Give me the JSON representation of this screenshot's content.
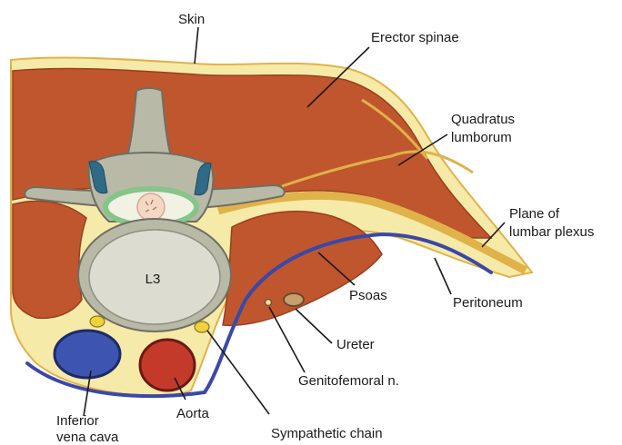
{
  "labels": {
    "skin": "Skin",
    "erector_spinae": "Erector spinae",
    "quadratus_line1": "Quadratus",
    "quadratus_line2": "lumborum",
    "plane_line1": "Plane of",
    "plane_line2": "lumbar plexus",
    "peritoneum": "Peritoneum",
    "psoas": "Psoas",
    "ureter": "Ureter",
    "genitofemoral": "Genitofemoral n.",
    "sympathetic_chain": "Sympathetic chain",
    "aorta": "Aorta",
    "ivc_line1": "Inferior",
    "ivc_line2": "vena cava",
    "vertebra": "L3"
  },
  "colors": {
    "muscle": "#c0562e",
    "muscle_dark": "#9a3f1f",
    "skin_fat": "#f6eaa8",
    "fascia": "#e0b24a",
    "bone": "#b9b9a8",
    "vertebral_body": "#dcdcd0",
    "peritoneum_line": "#3a48a8",
    "ivc": "#3d55b0",
    "aorta": "#c43a2a",
    "ganglion": "#f0d13a",
    "cord_ring": "#86c48a",
    "facet": "#2f6a86",
    "text": "#1a1a1a"
  }
}
